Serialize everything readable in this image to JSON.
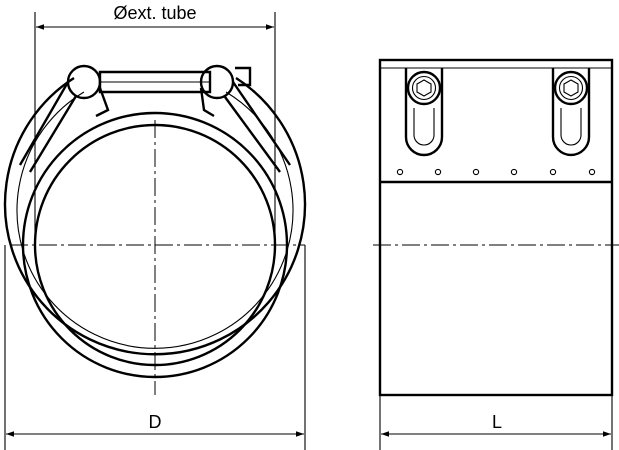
{
  "labels": {
    "ext_tube": "Øext. tube",
    "diameter": "D",
    "length": "L"
  },
  "colors": {
    "line": "#000000",
    "background": "#ffffff"
  }
}
